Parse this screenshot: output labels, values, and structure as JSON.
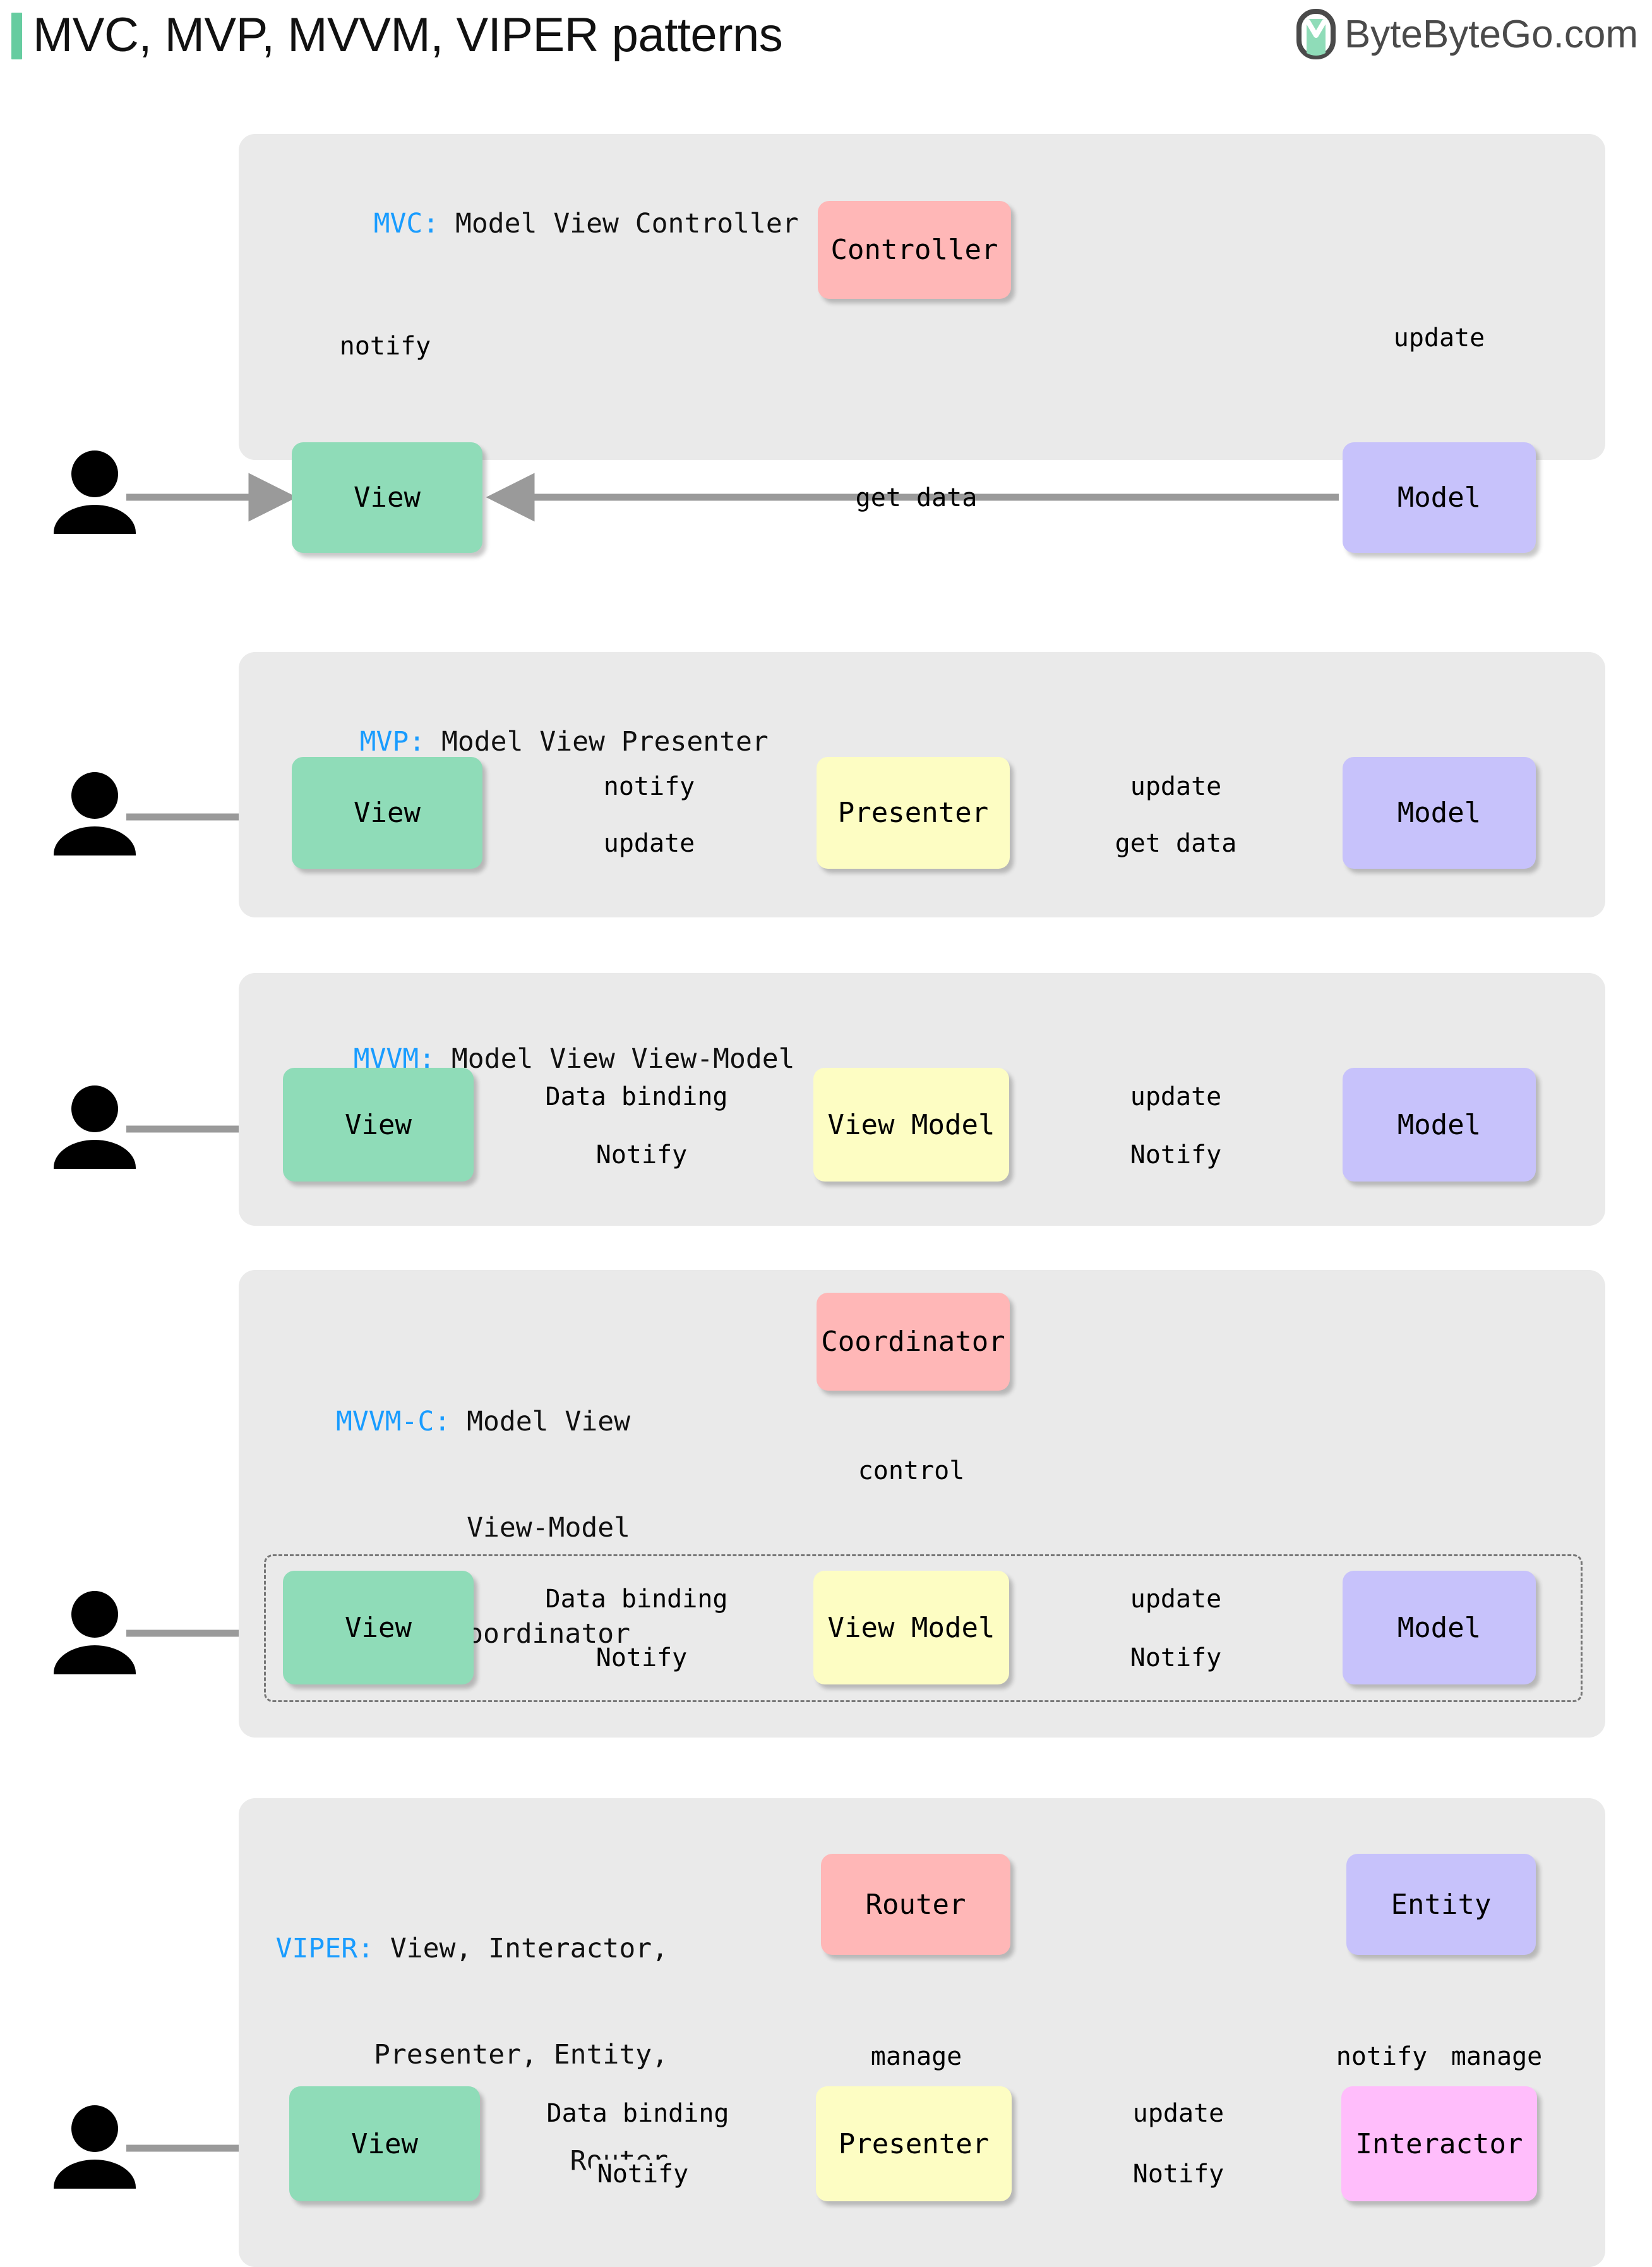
{
  "header": {
    "title": "MVC, MVP, MVVM, VIPER patterns",
    "accent_color": "#66CCA0",
    "brand_text": "ByteByteGo.com",
    "brand_icon": "bytebytego-logo-icon"
  },
  "colors": {
    "panel_bg": "#EAEAEA",
    "view": "#8FDCB8",
    "model": "#C7C2FB",
    "controller": "#FFB7B7",
    "presenter": "#FDFDC3",
    "interactor": "#FFBDFB",
    "arrow": "#9A9A9A",
    "title_key": "#199CFF"
  },
  "panels": [
    {
      "id": "mvc",
      "title_key": "MVC:",
      "title_rest": " Model View Controller",
      "nodes": [
        {
          "name": "view",
          "label": "View"
        },
        {
          "name": "controller",
          "label": "Controller"
        },
        {
          "name": "model",
          "label": "Model"
        }
      ],
      "edges": [
        {
          "from": "view",
          "to": "controller",
          "label": "notify",
          "style": "solid"
        },
        {
          "from": "controller",
          "to": "model",
          "label": "update",
          "style": "solid"
        },
        {
          "from": "model",
          "to": "view",
          "label": "get data",
          "style": "solid"
        },
        {
          "from": "user",
          "to": "view",
          "label": "",
          "style": "solid"
        }
      ]
    },
    {
      "id": "mvp",
      "title_key": "MVP:",
      "title_rest": " Model View Presenter",
      "nodes": [
        {
          "name": "view",
          "label": "View"
        },
        {
          "name": "presenter",
          "label": "Presenter"
        },
        {
          "name": "model",
          "label": "Model"
        }
      ],
      "edges": [
        {
          "from": "view",
          "to": "presenter",
          "label": "notify",
          "style": "solid"
        },
        {
          "from": "presenter",
          "to": "model",
          "label": "update",
          "style": "solid"
        },
        {
          "from": "model",
          "to": "presenter",
          "label": "get data",
          "style": "solid"
        },
        {
          "from": "presenter",
          "to": "view",
          "label": "update",
          "style": "solid"
        },
        {
          "from": "user",
          "to": "view",
          "label": "",
          "style": "solid"
        }
      ]
    },
    {
      "id": "mvvm",
      "title_key": "MVVM:",
      "title_rest": " Model View View-Model",
      "nodes": [
        {
          "name": "view",
          "label": "View"
        },
        {
          "name": "view-model",
          "label": "View Model"
        },
        {
          "name": "model",
          "label": "Model"
        }
      ],
      "edges": [
        {
          "from": "view",
          "to": "view-model",
          "label": "Data binding",
          "style": "solid"
        },
        {
          "from": "view-model",
          "to": "model",
          "label": "update",
          "style": "solid"
        },
        {
          "from": "model",
          "to": "view-model",
          "label": "Notify",
          "style": "dashed"
        },
        {
          "from": "view-model",
          "to": "view",
          "label": "Notify",
          "style": "dashed"
        },
        {
          "from": "user",
          "to": "view",
          "label": "",
          "style": "solid"
        }
      ]
    },
    {
      "id": "mvvm-c",
      "title_key": "MVVM-C:",
      "title_rest": " Model View",
      "title_lines": [
        "View-Model",
        "Coordinator"
      ],
      "nodes": [
        {
          "name": "coordinator",
          "label": "Coordinator"
        },
        {
          "name": "view",
          "label": "View"
        },
        {
          "name": "view-model",
          "label": "View Model"
        },
        {
          "name": "model",
          "label": "Model"
        }
      ],
      "edges": [
        {
          "from": "coordinator",
          "to": "view-model",
          "label": "control",
          "style": "solid"
        },
        {
          "from": "view",
          "to": "view-model",
          "label": "Data binding",
          "style": "solid"
        },
        {
          "from": "view-model",
          "to": "model",
          "label": "update",
          "style": "solid"
        },
        {
          "from": "model",
          "to": "view-model",
          "label": "Notify",
          "style": "dashed"
        },
        {
          "from": "view-model",
          "to": "view",
          "label": "Notify",
          "style": "dashed"
        },
        {
          "from": "user",
          "to": "view",
          "label": "",
          "style": "solid"
        }
      ]
    },
    {
      "id": "viper",
      "title_key": "VIPER:",
      "title_rest": " View, Interactor,",
      "title_lines": [
        "Presenter, Entity,",
        "Router"
      ],
      "nodes": [
        {
          "name": "router",
          "label": "Router"
        },
        {
          "name": "entity",
          "label": "Entity"
        },
        {
          "name": "view",
          "label": "View"
        },
        {
          "name": "presenter",
          "label": "Presenter"
        },
        {
          "name": "interactor",
          "label": "Interactor"
        }
      ],
      "edges": [
        {
          "from": "router",
          "to": "presenter",
          "label": "manage",
          "style": "solid"
        },
        {
          "from": "entity",
          "to": "interactor",
          "label": "notify",
          "style": "solid"
        },
        {
          "from": "interactor",
          "to": "entity",
          "label": "manage",
          "style": "solid"
        },
        {
          "from": "view",
          "to": "presenter",
          "label": "Data binding",
          "style": "solid"
        },
        {
          "from": "presenter",
          "to": "interactor",
          "label": "update",
          "style": "solid"
        },
        {
          "from": "interactor",
          "to": "presenter",
          "label": "Notify",
          "style": "dashed"
        },
        {
          "from": "presenter",
          "to": "view",
          "label": "Notify",
          "style": "dashed"
        },
        {
          "from": "user",
          "to": "view",
          "label": "",
          "style": "solid"
        }
      ]
    }
  ]
}
